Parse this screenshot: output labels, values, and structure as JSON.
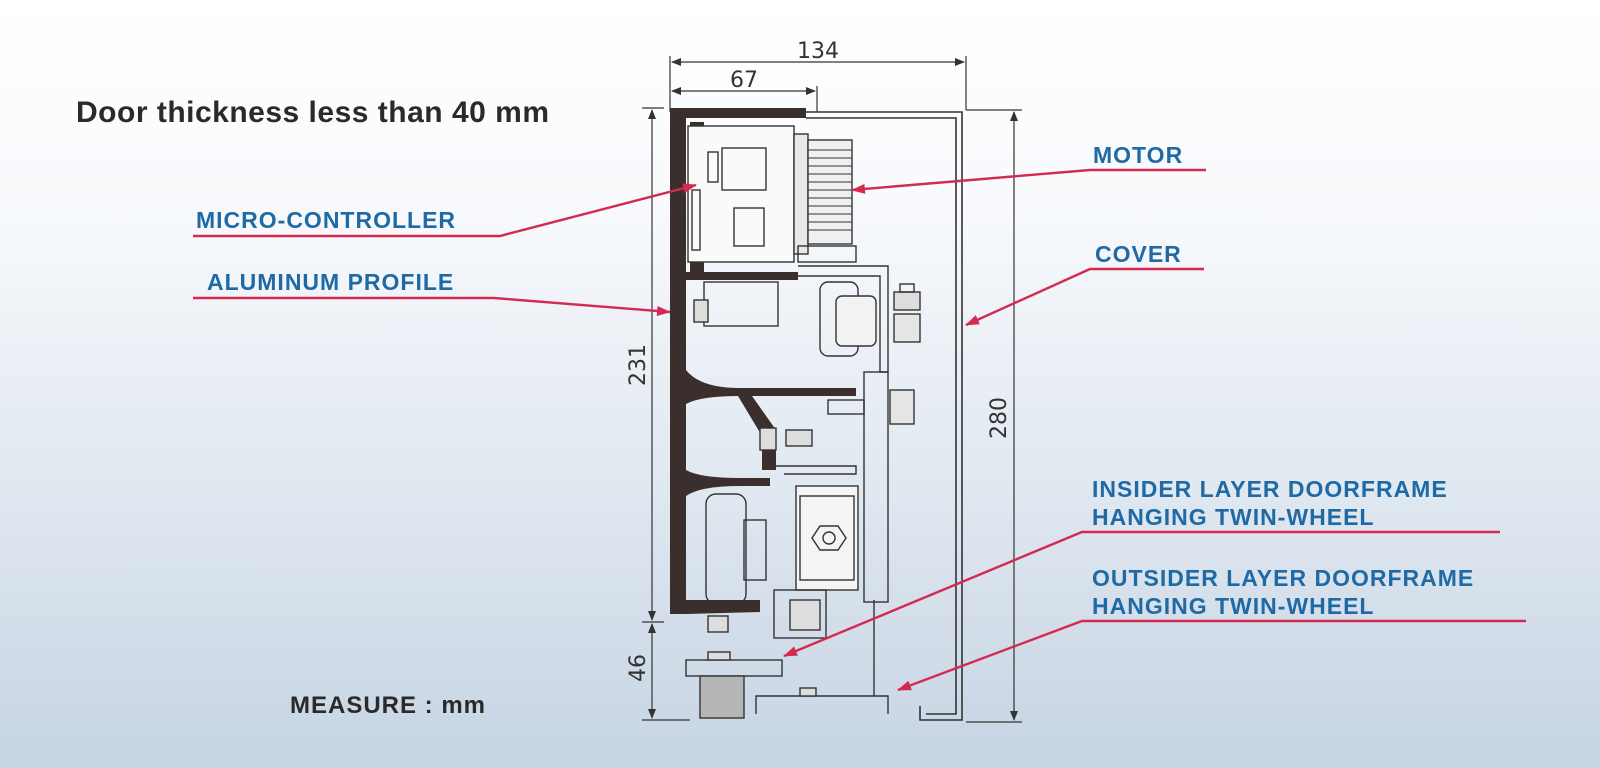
{
  "title": "Door thickness less than 40 mm",
  "measure_note": "MEASURE : mm",
  "labels": {
    "motor": "MOTOR",
    "micro_controller": "MICRO-CONTROLLER",
    "cover": "COVER",
    "aluminum_profile": "ALUMINUM  PROFILE",
    "insider_line1": "INSIDER LAYER DOORFRAME",
    "insider_line2": "HANGING TWIN-WHEEL",
    "outsider_line1": "OUTSIDER LAYER DOORFRAME",
    "outsider_line2": "HANGING TWIN-WHEEL"
  },
  "dimensions": {
    "overall_width": "134",
    "half_width": "67",
    "profile_height": "231",
    "overall_height": "280",
    "bottom_height": "46"
  },
  "colors": {
    "label_blue": "#1f6aa5",
    "leader_red": "#d42a52",
    "profile_dark": "#3a2f2c",
    "heading": "#2a2a2a"
  }
}
